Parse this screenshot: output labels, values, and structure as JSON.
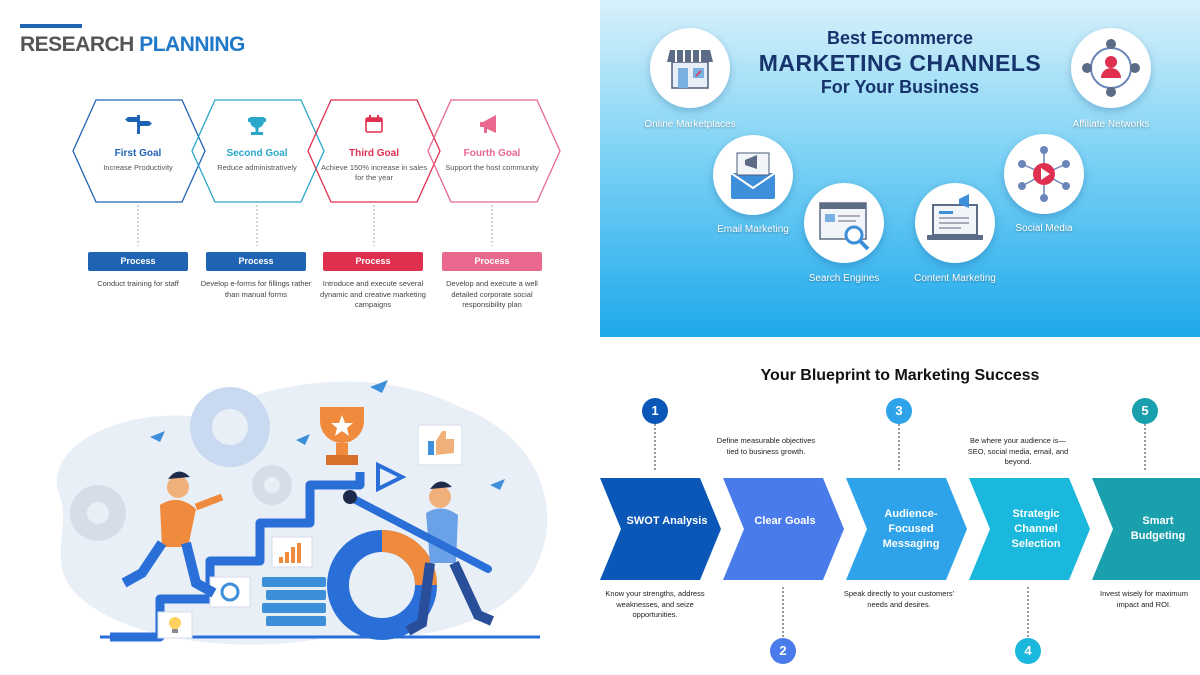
{
  "research_planning": {
    "title_part1": "RESEARCH",
    "title_part2": "PLANNING",
    "goals": [
      {
        "name": "First Goal",
        "desc": "Increase Productivity",
        "color": "#1f63b5",
        "icon": "signpost-icon"
      },
      {
        "name": "Second Goal",
        "desc": "Reduce administratively",
        "color": "#2aa7c9",
        "icon": "trophy-icon"
      },
      {
        "name": "Third Goal",
        "desc": "Achieve 150% increase in sales for the year",
        "color": "#e0304f",
        "icon": "calendar-icon"
      },
      {
        "name": "Fourth Goal",
        "desc": "Support the host community",
        "color": "#e8688e",
        "icon": "megaphone-icon"
      }
    ],
    "process_label": "Process",
    "processes": [
      {
        "desc": "Conduct training for staff",
        "color": "#1f63b5"
      },
      {
        "desc": "Develop e-forms for fillings rather than manual forms",
        "color": "#1f63b5"
      },
      {
        "desc": "Introduce and execute several dynamic and creative marketing campaigns",
        "color": "#e0304f"
      },
      {
        "desc": "Develop and execute a well detailed corporate social responsibility plan",
        "color": "#e8688e"
      }
    ]
  },
  "ecommerce": {
    "title_line1": "Best Ecommerce",
    "title_line2": "MARKETING CHANNELS",
    "title_line3": "For Your Business",
    "channels": [
      {
        "label": "Online Marketplaces",
        "icon": "storefront-icon"
      },
      {
        "label": "Email Marketing",
        "icon": "email-megaphone-icon"
      },
      {
        "label": "Search Engines",
        "icon": "search-browser-icon"
      },
      {
        "label": "Content Marketing",
        "icon": "laptop-content-icon"
      },
      {
        "label": "Social Media",
        "icon": "social-network-icon"
      },
      {
        "label": "Affiliate Networks",
        "icon": "affiliate-network-icon"
      }
    ]
  },
  "blueprint": {
    "title": "Your Blueprint to Marketing Success",
    "steps": [
      {
        "num": "1",
        "label": "SWOT Analysis",
        "desc": "Know your strengths, address weaknesses, and seize opportunities.",
        "color": "#0b57b8"
      },
      {
        "num": "2",
        "label": "Clear Goals",
        "desc": "Define measurable objectives tied to business growth.",
        "color": "#4a7bea"
      },
      {
        "num": "3",
        "label": "Audience-Focused Messaging",
        "desc": "Speak directly to your customers' needs and desires.",
        "color": "#2ea3ea"
      },
      {
        "num": "4",
        "label": "Strategic Channel Selection",
        "desc": "Be where your audience is—SEO, social media, email, and beyond.",
        "color": "#1ab8dc"
      },
      {
        "num": "5",
        "label": "Smart Budgeting",
        "desc": "Invest wisely for maximum impact and ROI.",
        "color": "#1a9fac"
      }
    ]
  }
}
